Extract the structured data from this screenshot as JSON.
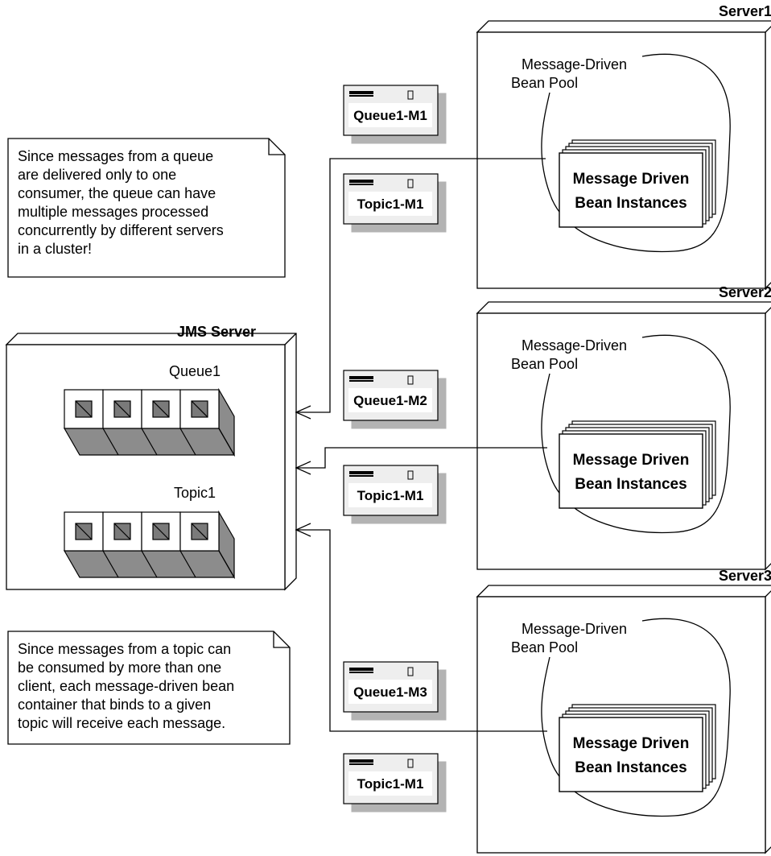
{
  "colors": {
    "background": "#ffffff",
    "ink": "#000000",
    "box_shadow": "#b3b3b3",
    "cube_side": "#8c8c8c",
    "message_fill": "#eeeeee"
  },
  "notes": {
    "queue_note": [
      "Since messages from a queue",
      "are delivered only to one",
      "consumer, the queue can have",
      "multiple messages processed",
      "concurrently by different servers",
      "in a cluster!"
    ],
    "topic_note": [
      "Since messages from a topic can",
      "be consumed by more than one",
      "client, each message-driven bean",
      "container that binds to a given",
      "topic will receive each message."
    ]
  },
  "jms_server": {
    "title": "JMS Server",
    "queue_label": "Queue1",
    "topic_label": "Topic1",
    "queue_slots": 4,
    "topic_slots": 4
  },
  "servers": [
    {
      "title": "Server1",
      "pool_label": [
        "Message-Driven",
        "Bean Pool"
      ],
      "instances_label": [
        "Message Driven",
        "Bean Instances"
      ]
    },
    {
      "title": "Server2",
      "pool_label": [
        "Message-Driven",
        "Bean Pool"
      ],
      "instances_label": [
        "Message Driven",
        "Bean Instances"
      ]
    },
    {
      "title": "Server3",
      "pool_label": [
        "Message-Driven",
        "Bean Pool"
      ],
      "instances_label": [
        "Message Driven",
        "Bean Instances"
      ]
    }
  ],
  "messages": [
    "Queue1-M1",
    "Topic1-M1",
    "Queue1-M2",
    "Topic1-M1",
    "Queue1-M3",
    "Topic1-M1"
  ]
}
